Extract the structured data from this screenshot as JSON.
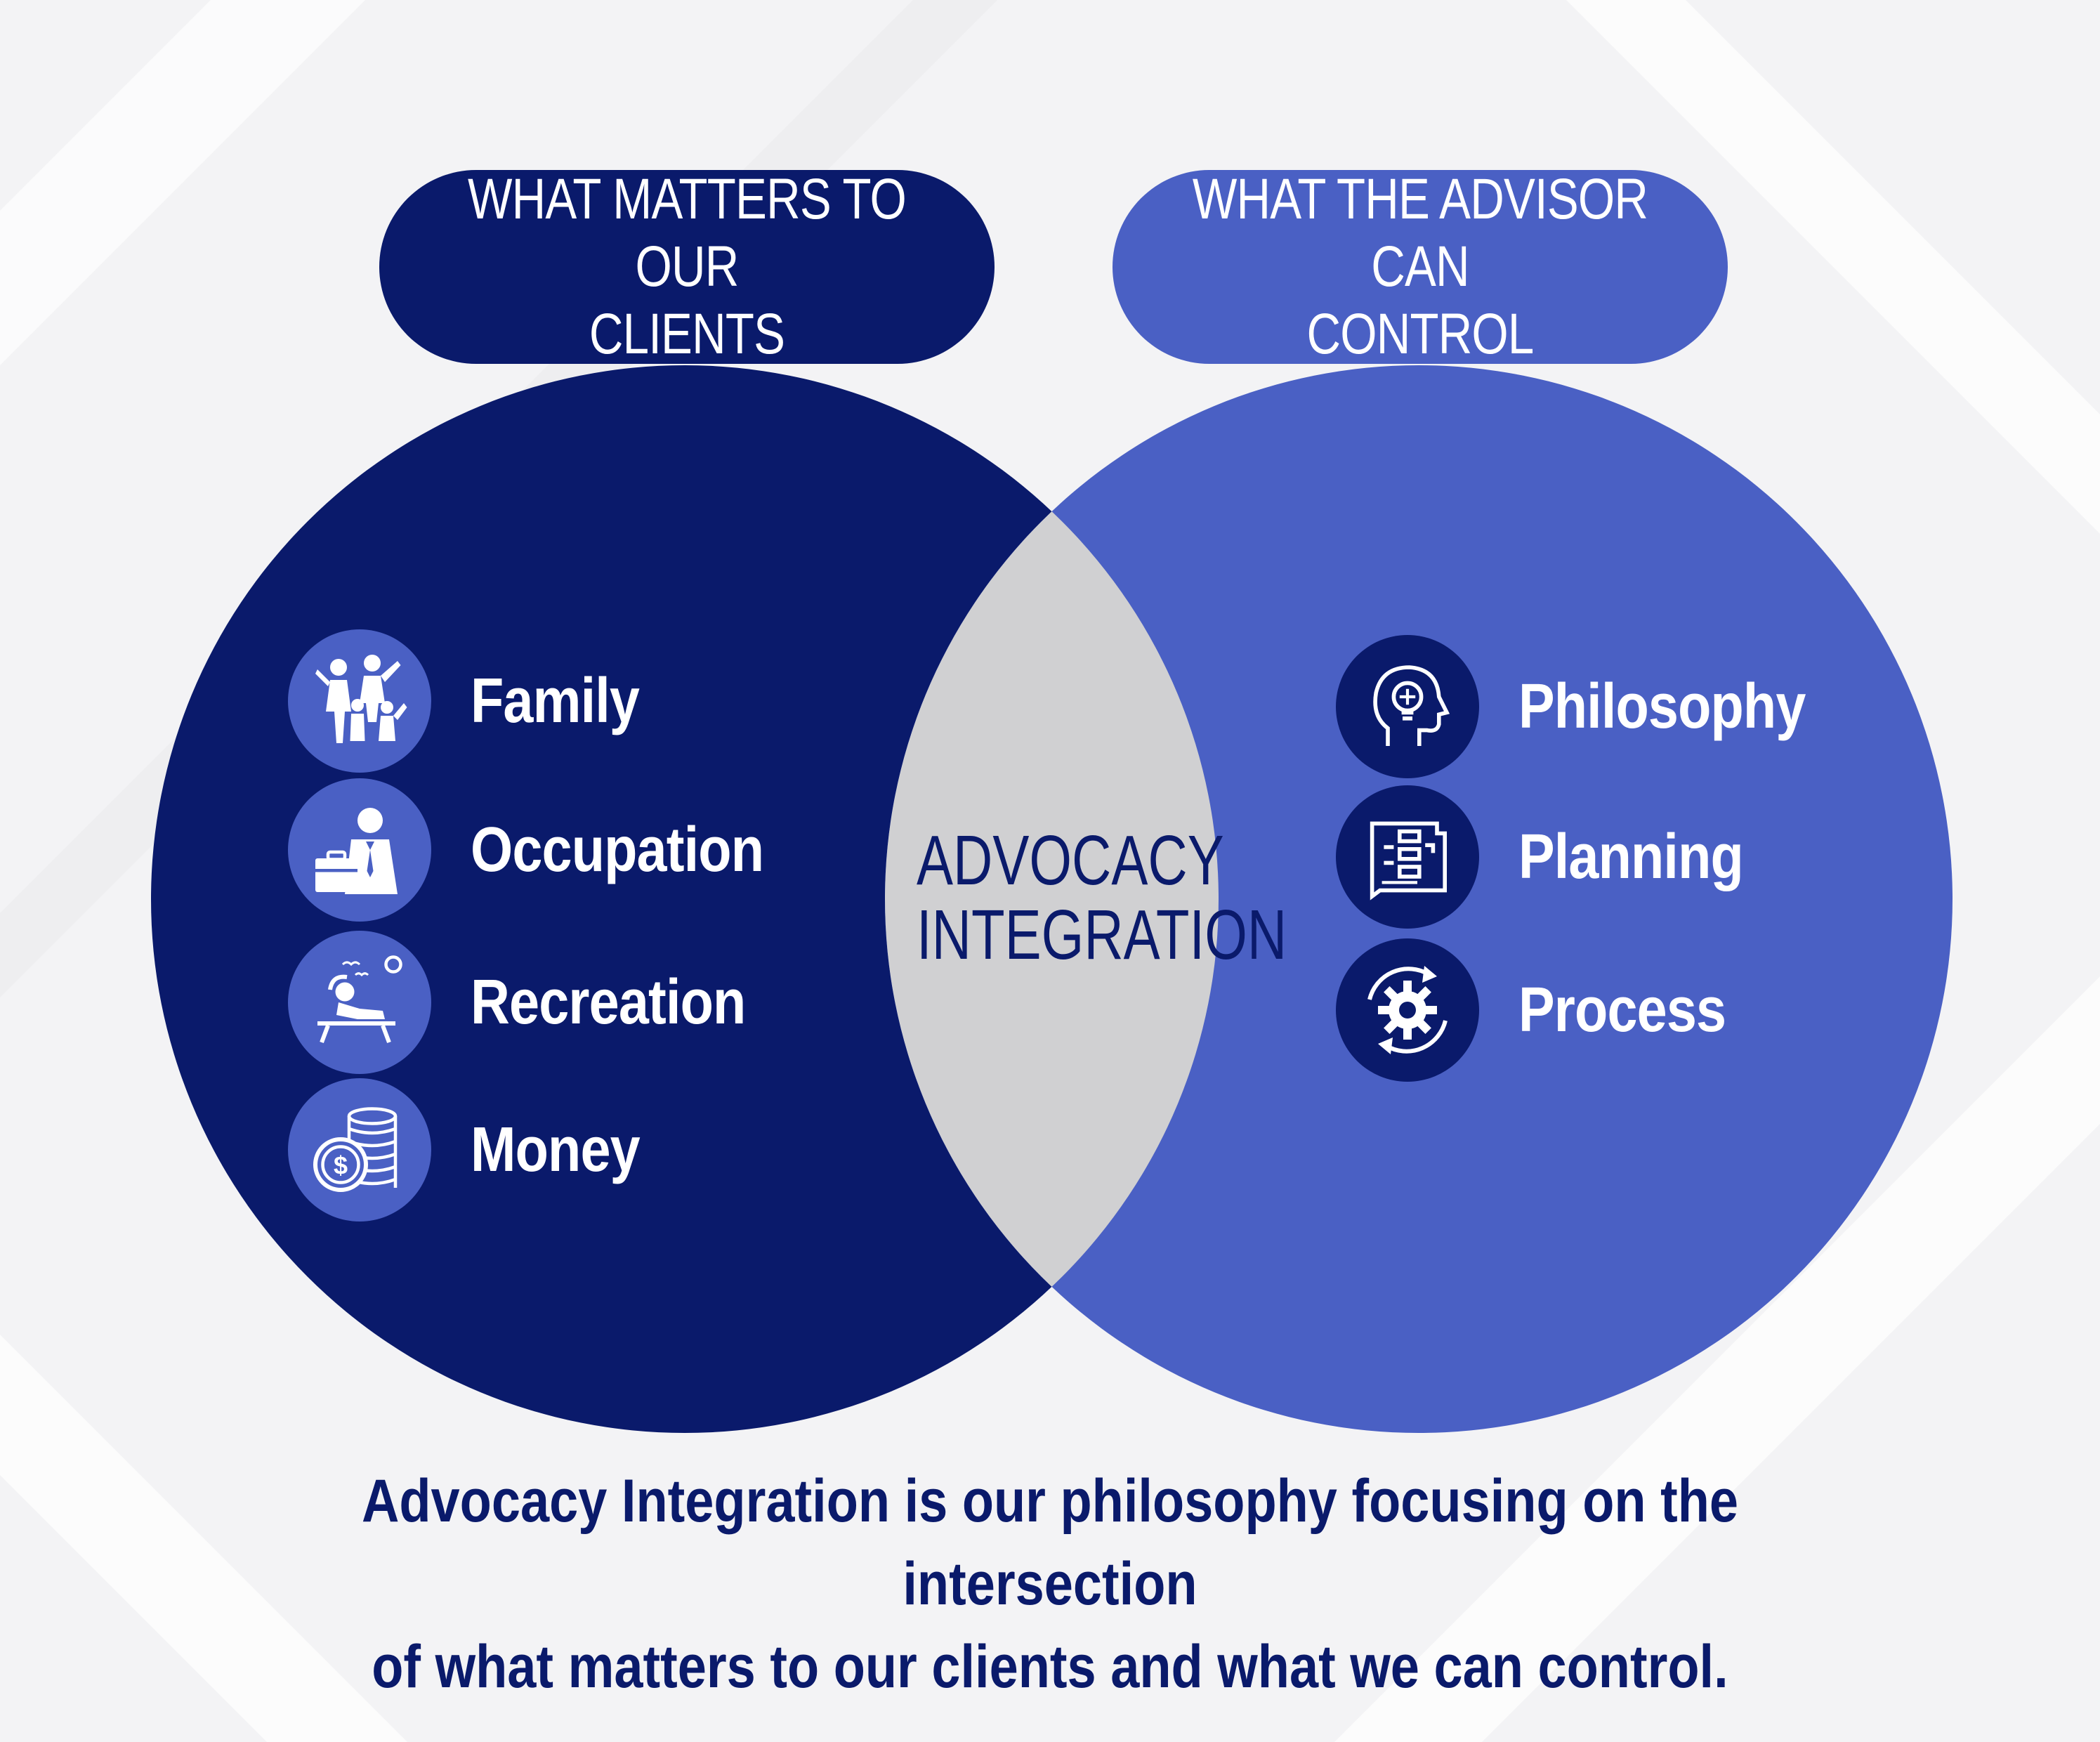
{
  "colors": {
    "left_circle": "#0a1a6b",
    "right_circle": "#4a60c4",
    "intersection": "#d0d0d2",
    "background": "#f3f3f5",
    "text_dark": "#0a1a6b",
    "text_light": "#ffffff"
  },
  "left": {
    "header_line1": "WHAT MATTERS TO OUR",
    "header_line2": "CLIENTS",
    "items": [
      {
        "label": "Family",
        "icon": "family-icon"
      },
      {
        "label": "Occupation",
        "icon": "businessman-briefcase-icon"
      },
      {
        "label": "Recreation",
        "icon": "relaxing-person-icon"
      },
      {
        "label": "Money",
        "icon": "coin-stack-icon"
      }
    ]
  },
  "right": {
    "header_line1": "WHAT THE ADVISOR CAN",
    "header_line2": "CONTROL",
    "items": [
      {
        "label": "Philosophy",
        "icon": "head-lightbulb-icon"
      },
      {
        "label": "Planning",
        "icon": "flowchart-blueprint-icon"
      },
      {
        "label": "Process",
        "icon": "gear-cycle-icon"
      }
    ]
  },
  "center": {
    "line1": "ADVOCACY",
    "line2": "INTEGRATION"
  },
  "footer": {
    "line1": "Advocacy Integration is our philosophy focusing on the intersection",
    "line2": "of what matters to our clients and what we can control."
  }
}
